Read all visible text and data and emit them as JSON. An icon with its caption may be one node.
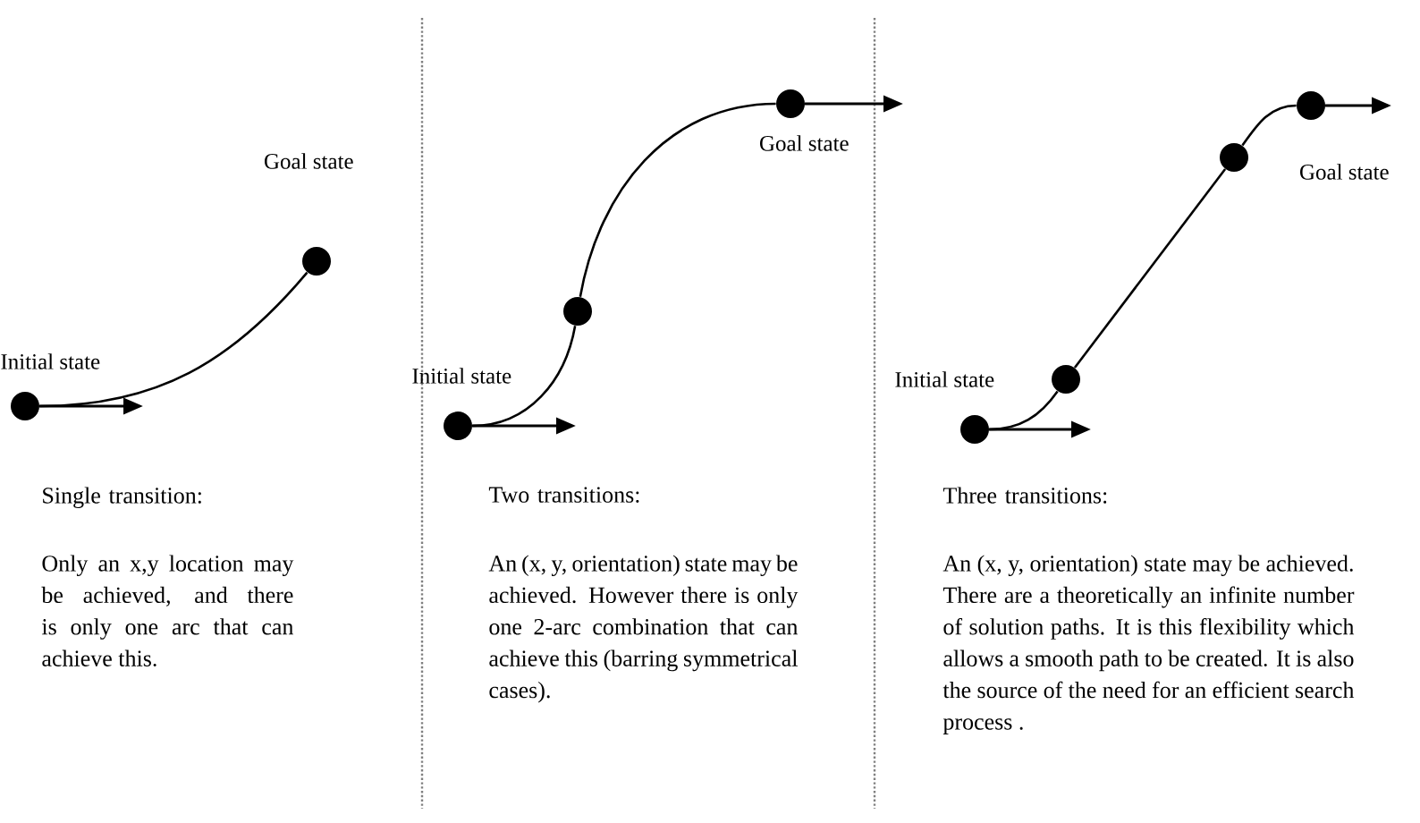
{
  "diagram": {
    "nodes": [
      {
        "text": [],
        "shape": "circle",
        "beside": [
          "Initial state"
        ]
      },
      {
        "text": [],
        "shape": "circle",
        "beside": [
          "Goal state"
        ]
      },
      {
        "text": [],
        "shape": "circle",
        "beside": [
          "Initial state"
        ]
      },
      {
        "text": [],
        "shape": "circle"
      },
      {
        "text": [],
        "shape": "circle",
        "beside": [
          "Goal state"
        ]
      },
      {
        "text": [],
        "shape": "circle",
        "beside": [
          "Initial state"
        ]
      },
      {
        "text": [],
        "shape": "circle"
      },
      {
        "text": [],
        "shape": "circle"
      },
      {
        "text": [],
        "shape": "circle",
        "beside": [
          "Goal state"
        ]
      }
    ],
    "edges": [
      {
        "from": 0,
        "to": 1,
        "arrow": "none"
      },
      {
        "from": 2,
        "to": 3,
        "arrow": "none"
      },
      {
        "from": 3,
        "to": 4,
        "arrow": "none"
      },
      {
        "from": 5,
        "to": 6,
        "arrow": "none"
      },
      {
        "from": 6,
        "to": 7,
        "arrow": "none"
      },
      {
        "from": 7,
        "to": 8,
        "arrow": "none"
      }
    ],
    "labels": [
      "Single transition:",
      "Only an x,y location may be achieved, and there is only one arc that can achieve this.",
      "Two transitions:",
      "An (x, y, orientation) state may be achieved.  However there is only one 2-arc combination that can achieve this (barring symmetrical cases).",
      "Three transitions:",
      "An (x, y, orientation) state may be achieved.  There are a theoretically an infinite number of solution paths.  It is this flexibility which allows a smooth path to be created. It is also the source of the need for an efficient search process ."
    ]
  }
}
